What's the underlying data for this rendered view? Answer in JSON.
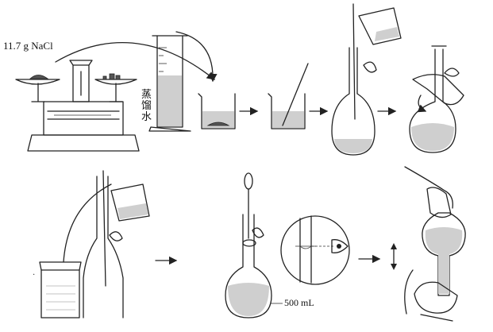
{
  "labels": {
    "nacl_mass": "11.7 g NaCl",
    "distilled_water": "蒸馏水",
    "flask_volume": "500 mL"
  },
  "steps": [
    "balance-weighing",
    "graduated-cylinder-water",
    "beaker-dissolve",
    "beaker-stir",
    "transfer-to-flask",
    "swirl-flask",
    "rinse-and-transfer",
    "dropper-fill-to-mark",
    "eye-level-meniscus",
    "invert-and-mix"
  ],
  "colors": {
    "ink": "#222222",
    "liquid": "#cfcfcf"
  }
}
